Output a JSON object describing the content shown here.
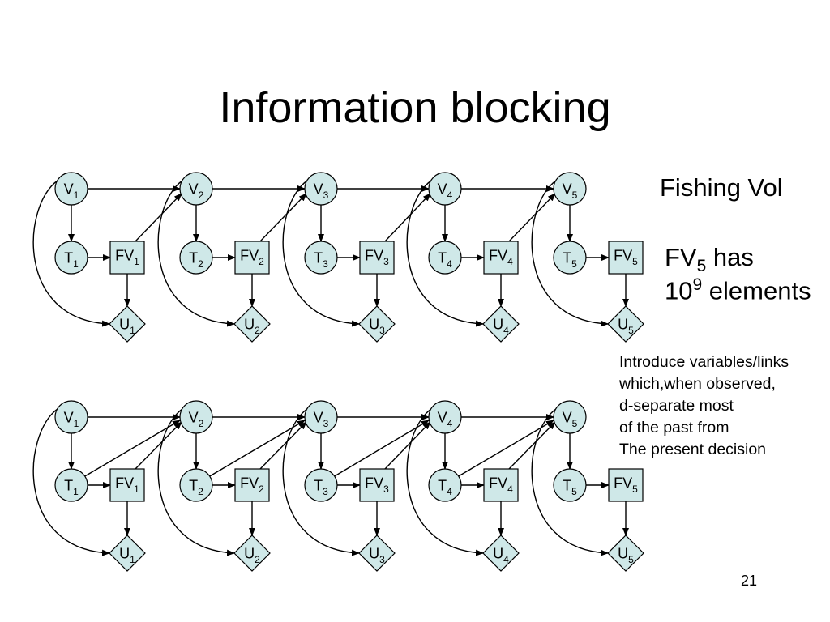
{
  "slide": {
    "title": "Information blocking",
    "page_number": "21"
  },
  "annotations": {
    "fishing_vol": "Fishing Vol",
    "fv5_line1_base": "FV",
    "fv5_line1_sub": "5",
    "fv5_line1_rest": " has",
    "fv5_line2_base": "10",
    "fv5_line2_sup": "9",
    "fv5_line2_rest": " elements",
    "intro_lines": [
      "Introduce variables/links",
      "which,when observed,",
      "d-separate most",
      "of the past from",
      "The present decision"
    ]
  },
  "colors": {
    "node_fill": "#cfe8e8",
    "stroke": "#000000"
  },
  "diagrams": [
    {
      "name": "top",
      "time_steps": [
        "1",
        "2",
        "3",
        "4",
        "5"
      ],
      "node_labels": {
        "V": "V",
        "T": "T",
        "FV": "FV",
        "U": "U"
      },
      "t_to_next_v_links": false
    },
    {
      "name": "bottom",
      "time_steps": [
        "1",
        "2",
        "3",
        "4",
        "5"
      ],
      "node_labels": {
        "V": "V",
        "T": "T",
        "FV": "FV",
        "U": "U"
      },
      "t_to_next_v_links": true
    }
  ]
}
